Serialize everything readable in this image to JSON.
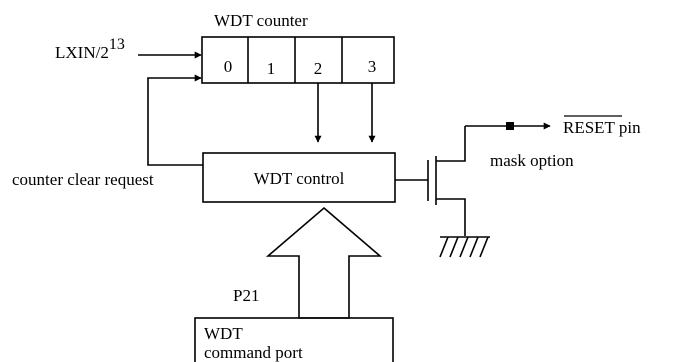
{
  "labels": {
    "wdt_counter_title": "WDT counter",
    "lxin": "LXIN/2",
    "lxin_exponent": "13",
    "counter_cells": [
      "0",
      "1",
      "2",
      "3"
    ],
    "wdt_control": "WDT control",
    "counter_clear_request": "counter clear request",
    "reset_pin": "RESET",
    "reset_pin_suffix": " pin",
    "mask_option": "mask option",
    "p21": "P21",
    "command_port_line1": "WDT",
    "command_port_line2": "command port"
  }
}
